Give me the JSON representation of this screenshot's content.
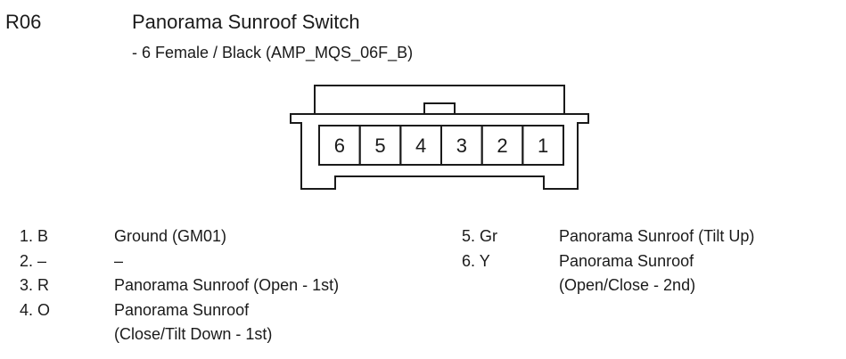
{
  "connector": {
    "code": "R06",
    "title": "Panorama Sunroof Switch",
    "subtitle": "- 6 Female / Black (AMP_MQS_06F_B)",
    "pins": [
      "6",
      "5",
      "4",
      "3",
      "2",
      "1"
    ]
  },
  "pin_list": [
    {
      "pin": "1. B",
      "desc_lines": [
        "Ground (GM01)"
      ]
    },
    {
      "pin": "2. –",
      "desc_lines": [
        "–"
      ]
    },
    {
      "pin": "3. R",
      "desc_lines": [
        "Panorama Sunroof (Open - 1st)"
      ]
    },
    {
      "pin": "4. O",
      "desc_lines": [
        "Panorama Sunroof",
        "(Close/Tilt Down - 1st)"
      ]
    },
    {
      "pin": "5. Gr",
      "desc_lines": [
        "Panorama Sunroof (Tilt Up)"
      ]
    },
    {
      "pin": "6. Y",
      "desc_lines": [
        "Panorama Sunroof",
        "(Open/Close - 2nd)"
      ]
    }
  ]
}
